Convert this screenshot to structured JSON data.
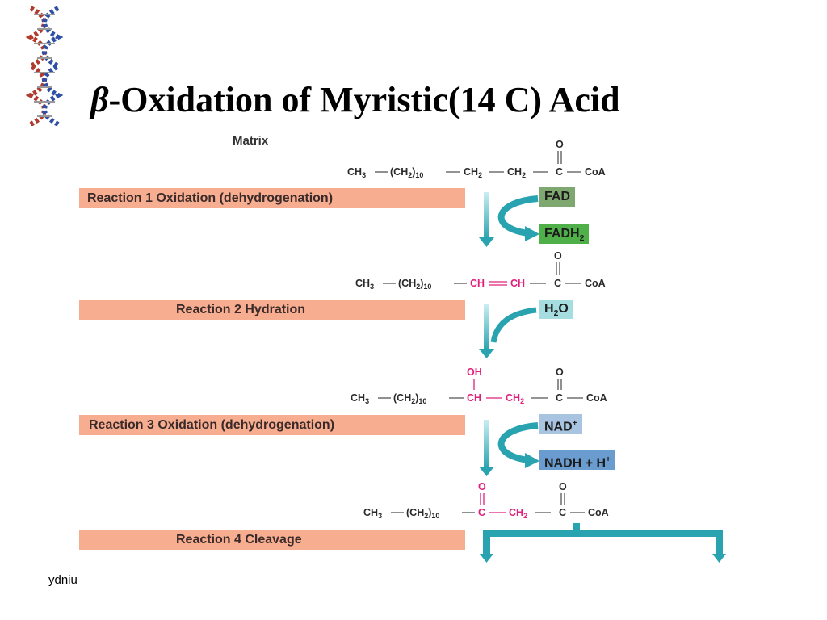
{
  "slide": {
    "title_symbol": "β",
    "title_text": "-Oxidation of Myristic(14 C) Acid",
    "compartment_label": "Matrix",
    "footer": "ydniu"
  },
  "reactions": [
    {
      "label": "Reaction 1 Oxidation (dehydrogenation)"
    },
    {
      "label": "Reaction 2 Hydration"
    },
    {
      "label": "Reaction 3 Oxidation (dehydrogenation)"
    },
    {
      "label": "Reaction 4 Cleavage"
    }
  ],
  "cofactors": {
    "fad": "FAD",
    "fadh2_base": "FADH",
    "fadh2_sub": "2",
    "h2o_h": "H",
    "h2o_sub": "2",
    "h2o_o": "O",
    "nad_base": "NAD",
    "nad_sup": "+",
    "nadh_base": "NADH + H",
    "nadh_sup": "+"
  },
  "colors": {
    "reaction_bar": "#f7ad8f",
    "fad_box": "#7fa870",
    "fadh2_box": "#4fb04a",
    "h2o_box": "#a6dde0",
    "nad_box": "#a9c4e0",
    "nadh_box": "#6a9ccf",
    "arrow": "#2aa3b0",
    "highlight": "#e0207a"
  },
  "molecules": [
    {
      "ch3": "CH",
      "ch3_sub": "3",
      "chain": "(CH",
      "chain_sub": "2",
      "chain_close": ")",
      "chain_count": "10",
      "c4": "CH",
      "c4_sub": "2",
      "c3": "CH",
      "c3_sub": "2",
      "carbonyl_o": "O",
      "carbonyl_c": "C",
      "coa": "CoA"
    },
    {
      "ch3": "CH",
      "ch3_sub": "3",
      "chain": "(CH",
      "chain_sub": "2",
      "chain_close": ")",
      "chain_count": "10",
      "c4": "CH",
      "c3": "CH",
      "carbonyl_o": "O",
      "carbonyl_c": "C",
      "coa": "CoA"
    },
    {
      "ch3": "CH",
      "ch3_sub": "3",
      "chain": "(CH",
      "chain_sub": "2",
      "chain_close": ")",
      "chain_count": "10",
      "oh": "OH",
      "c4": "CH",
      "c3": "CH",
      "c3_sub": "2",
      "carbonyl_o": "O",
      "carbonyl_c": "C",
      "coa": "CoA"
    },
    {
      "ch3": "CH",
      "ch3_sub": "3",
      "chain": "(CH",
      "chain_sub": "2",
      "chain_close": ")",
      "chain_count": "10",
      "keto_o": "O",
      "c4": "C",
      "c3": "CH",
      "c3_sub": "2",
      "carbonyl_o": "O",
      "carbonyl_c": "C",
      "coa": "CoA"
    }
  ]
}
